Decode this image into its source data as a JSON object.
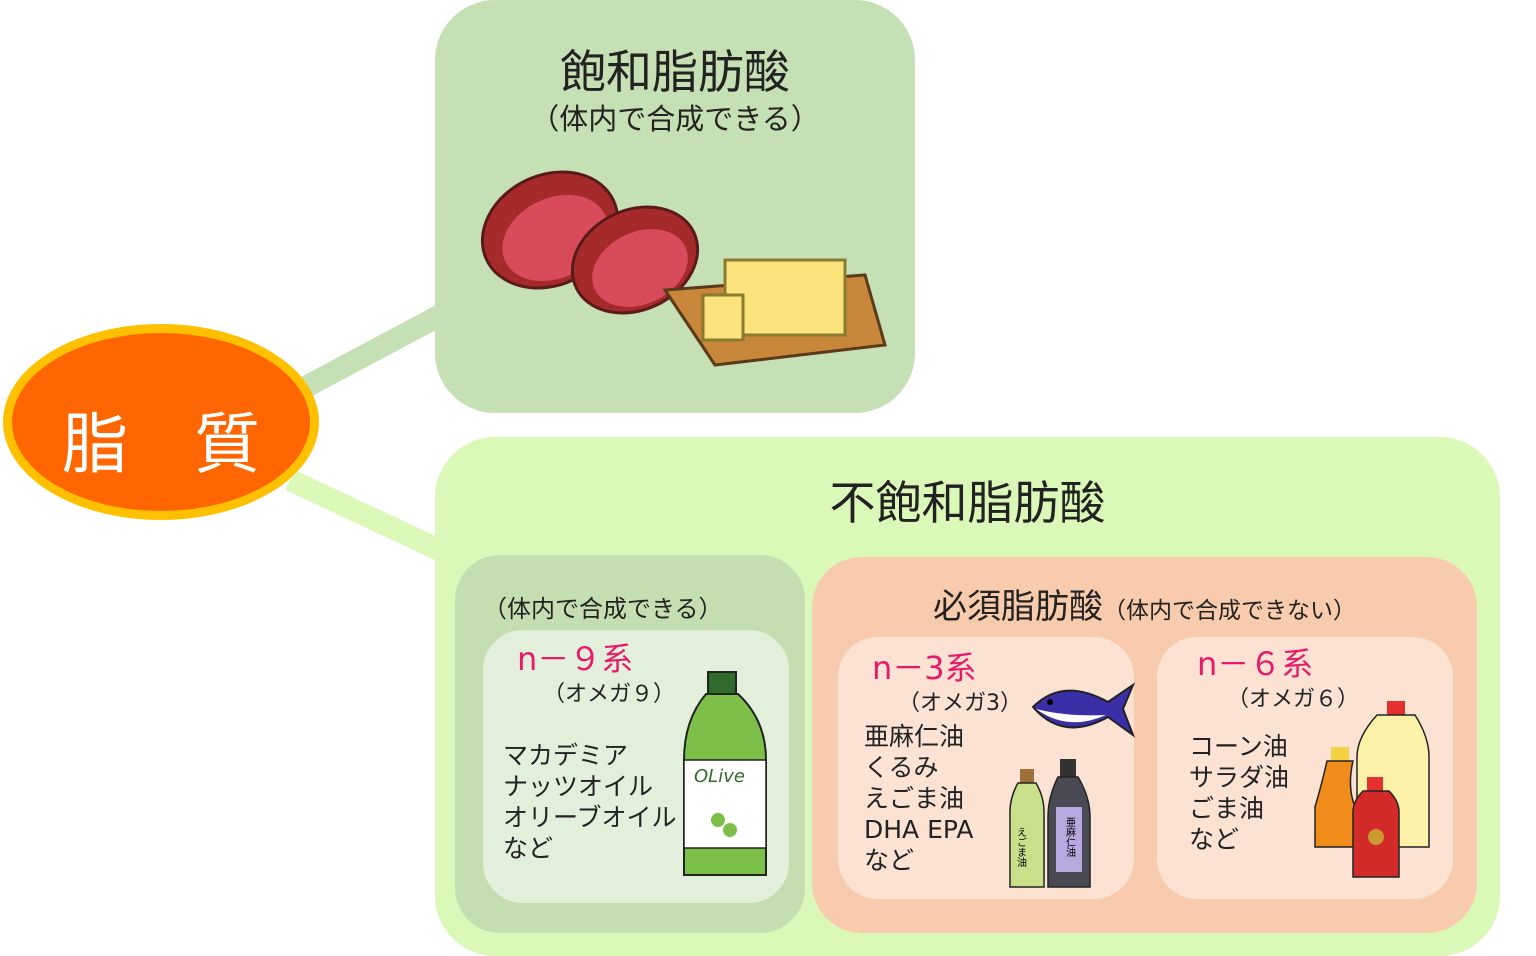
{
  "root": {
    "label": "脂　質",
    "fill": "#ff6600",
    "ring": "#ffc000"
  },
  "saturated": {
    "title": "飽和脂肪酸",
    "subtitle": "（体内で合成できる）",
    "color": "#c5e0b4"
  },
  "unsaturated": {
    "title": "不飽和脂肪酸",
    "color": "#daf8b8",
    "synthesizable": {
      "subtitle": "（体内で合成できる）",
      "n9": {
        "title": "n－９系",
        "subtitle": "（オメガ９）",
        "items": [
          "マカデミア",
          "ナッツオイル",
          "オリーブオイル",
          "など"
        ],
        "bottle_label": "OLive"
      }
    },
    "essential": {
      "title": "必須脂肪酸",
      "subtitle": "（体内で合成できない）",
      "color": "#f7cbac",
      "n3": {
        "title": "n－3系",
        "subtitle": "（オメガ3）",
        "items": [
          "亜麻仁油",
          "くるみ",
          "えごま油",
          "DHA EPA",
          "など"
        ],
        "bottle_labels": [
          "えごま油",
          "亜麻仁油"
        ]
      },
      "n6": {
        "title": "n－６系",
        "subtitle": "（オメガ６）",
        "items": [
          "コーン油",
          "サラダ油",
          "ごま油",
          "など"
        ]
      }
    }
  }
}
